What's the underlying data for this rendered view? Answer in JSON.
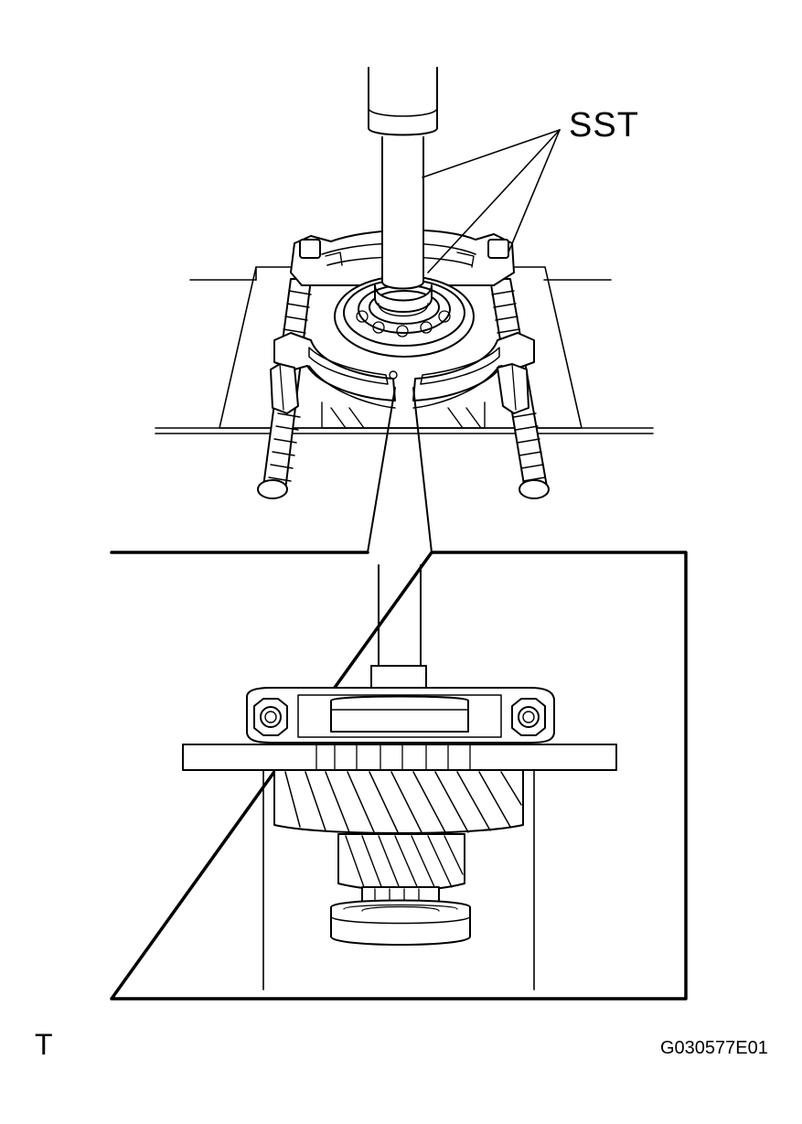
{
  "callouts": {
    "sst": "SST"
  },
  "footer": {
    "mark": "T",
    "figure_id": "G030577E01"
  },
  "colors": {
    "ink": "#000000",
    "paper": "#ffffff"
  }
}
